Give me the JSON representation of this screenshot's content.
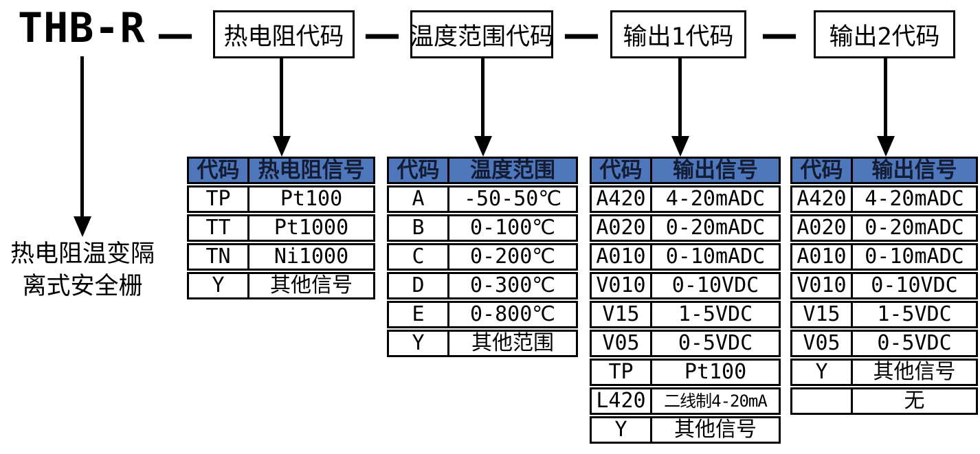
{
  "diagram": {
    "model": "THB-R",
    "separator": "—",
    "model_description": [
      "热电阻温变隔",
      "离式安全栅"
    ],
    "code_boxes": [
      {
        "label": "热电阻代码"
      },
      {
        "label": "温度范围代码"
      },
      {
        "label": "输出1代码"
      },
      {
        "label": "输出2代码"
      }
    ],
    "colors": {
      "table_header_bg": "#4f77bc",
      "table_header_text": "#131c33",
      "line_color": "#000000",
      "page_background": "#ffffff"
    },
    "tables": [
      {
        "headers": [
          "代码",
          "热电阻信号"
        ],
        "rows": [
          [
            "TP",
            "Pt100"
          ],
          [
            "TT",
            "Pt1000"
          ],
          [
            "TN",
            "Ni1000"
          ],
          [
            "Y",
            "其他信号"
          ]
        ]
      },
      {
        "headers": [
          "代码",
          "温度范围"
        ],
        "rows": [
          [
            "A",
            "-50-50℃"
          ],
          [
            "B",
            "0-100℃"
          ],
          [
            "C",
            "0-200℃"
          ],
          [
            "D",
            "0-300℃"
          ],
          [
            "E",
            "0-800℃"
          ],
          [
            "Y",
            "其他范围"
          ]
        ]
      },
      {
        "headers": [
          "代码",
          "输出信号"
        ],
        "rows": [
          [
            "A420",
            "4-20mADC"
          ],
          [
            "A020",
            "0-20mADC"
          ],
          [
            "A010",
            "0-10mADC"
          ],
          [
            "V010",
            "0-10VDC"
          ],
          [
            "V15",
            "1-5VDC"
          ],
          [
            "V05",
            "0-5VDC"
          ],
          [
            "TP",
            "Pt100"
          ],
          [
            "L420",
            "二线制4-20mA"
          ],
          [
            "Y",
            "其他信号"
          ]
        ]
      },
      {
        "headers": [
          "代码",
          "输出信号"
        ],
        "rows": [
          [
            "A420",
            "4-20mADC"
          ],
          [
            "A020",
            "0-20mADC"
          ],
          [
            "A010",
            "0-10mADC"
          ],
          [
            "V010",
            "0-10VDC"
          ],
          [
            "V15",
            "1-5VDC"
          ],
          [
            "V05",
            "0-5VDC"
          ],
          [
            "Y",
            "其他信号"
          ],
          [
            "",
            "无"
          ]
        ]
      }
    ]
  }
}
